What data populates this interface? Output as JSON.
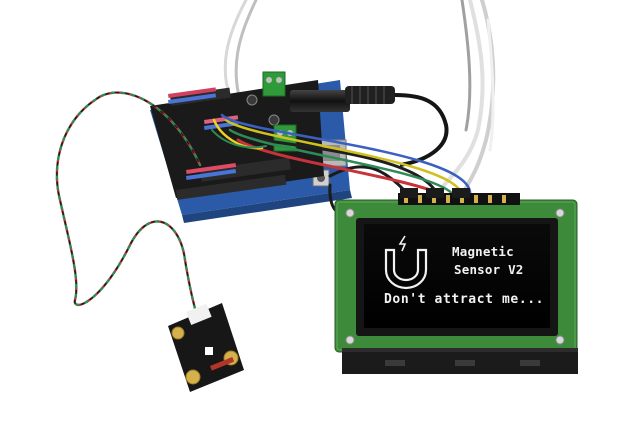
{
  "oled": {
    "title_line_1": "Magnetic",
    "title_line_2": "Sensor V2",
    "message": "Don't attract me..."
  },
  "icons": {
    "oled_icon": "magnet-icon",
    "oled_icon_bolt": "lightning-icon"
  },
  "colors": {
    "pcb_black": "#1a1a1a",
    "pcb_blue": "#2a5aa8",
    "oled_pcb_green": "#3c8a3a",
    "oled_screen": "#050505",
    "oled_text": "#f2f2f2",
    "cable_red": "#c8323a",
    "cable_green": "#2f8a55",
    "cable_black": "#1b1b1b"
  }
}
